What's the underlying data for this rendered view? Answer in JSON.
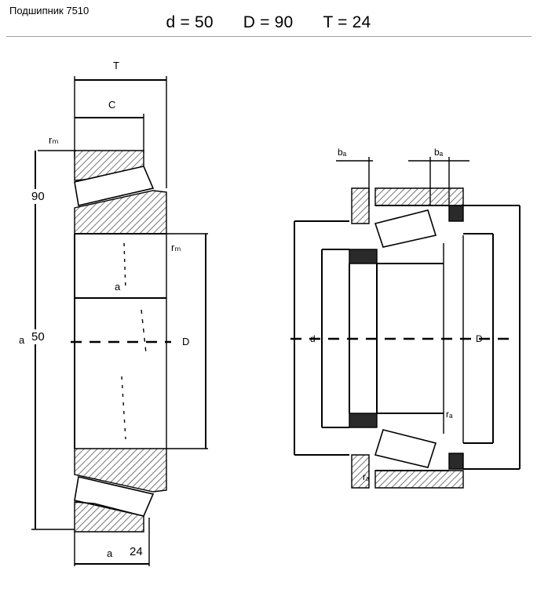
{
  "header": {
    "caption": "Подшипник 7510",
    "d_text": "d = 50",
    "D_text": "D = 90",
    "T_text": "T = 24"
  },
  "drawing": {
    "outer_diameter_value": "90",
    "bore_diameter_value": "50",
    "width_value": "24",
    "glyph_labels": {
      "T": "T",
      "C": "C",
      "r_outer": "rₘ",
      "r_inner": "rₘ",
      "D_side": "D",
      "d_side": "d",
      "a_mark": "a",
      "b_mark": "a",
      "left_a": "a",
      "right_c": "d",
      "right_D": "D",
      "ra": "bₐ",
      "rb": "bₐ",
      "r1": "rₐ",
      "r2": "rₐ"
    }
  },
  "colors": {
    "ink": "#000000",
    "hatch": "#555555",
    "rule": "#a0a0a0",
    "dark_fill": "#2a2a2a"
  }
}
